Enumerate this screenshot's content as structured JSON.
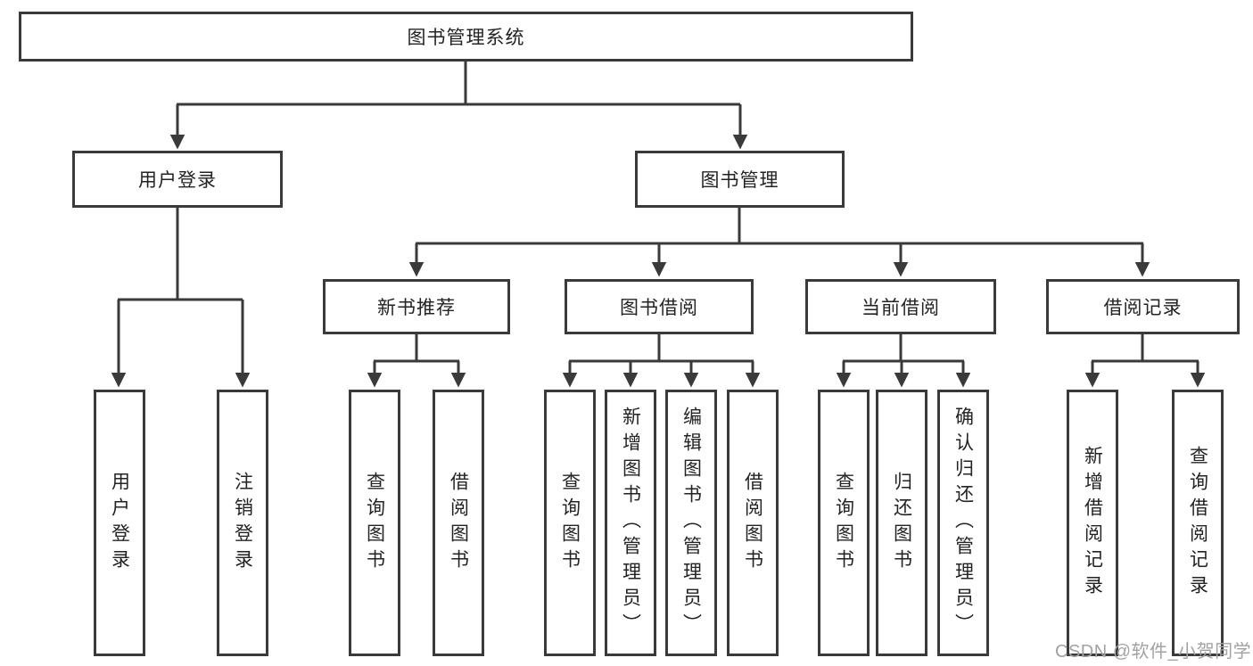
{
  "diagram": {
    "type": "hierarchy-tree",
    "tree": {
      "label": "图书管理系统",
      "children": [
        {
          "label": "用户登录",
          "children": [
            {
              "label": "用户登录"
            },
            {
              "label": "注销登录"
            }
          ]
        },
        {
          "label": "图书管理",
          "children": [
            {
              "label": "新书推荐",
              "children": [
                {
                  "label": "查询图书"
                },
                {
                  "label": "借阅图书"
                }
              ]
            },
            {
              "label": "图书借阅",
              "children": [
                {
                  "label": "查询图书"
                },
                {
                  "label": "新增图书（管理员）"
                },
                {
                  "label": "编辑图书（管理员）"
                },
                {
                  "label": "借阅图书"
                },
                {
                  "label": ""
                }
              ]
            },
            {
              "label": "当前借阅",
              "children": [
                {
                  "label": "查询图书"
                },
                {
                  "label": "归还图书"
                },
                {
                  "label": "确认归还（管理员）"
                }
              ]
            },
            {
              "label": "借阅记录",
              "children": [
                {
                  "label": "新增借阅记录"
                },
                {
                  "label": "查询借阅记录"
                }
              ]
            }
          ]
        }
      ]
    },
    "colors": {
      "line": "#3a3a3a",
      "box_border": "#3a3a3a",
      "box_fill": "#ffffff",
      "text": "#232323",
      "watermark_text": "#a2a2a2",
      "background": "#ffffff"
    }
  },
  "watermark": "CSDN @软件_小贺同学"
}
